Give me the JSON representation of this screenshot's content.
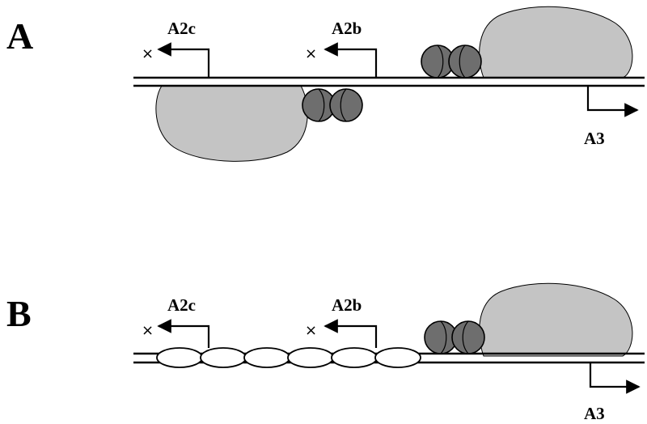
{
  "panels": [
    {
      "letter": "A",
      "promoters": {
        "a2c": "A2c",
        "a2b": "A2b",
        "a3": "A3"
      }
    },
    {
      "letter": "B",
      "promoters": {
        "a2c": "A2c",
        "a2b": "A2b",
        "a3": "A3"
      }
    }
  ],
  "colors": {
    "dna": "#000000",
    "large_protein": "#c4c4c4",
    "small_protein": "#6e6e6e",
    "small_protein_highlight": "#8a8a8a",
    "oval_fill": "#ffffff"
  }
}
